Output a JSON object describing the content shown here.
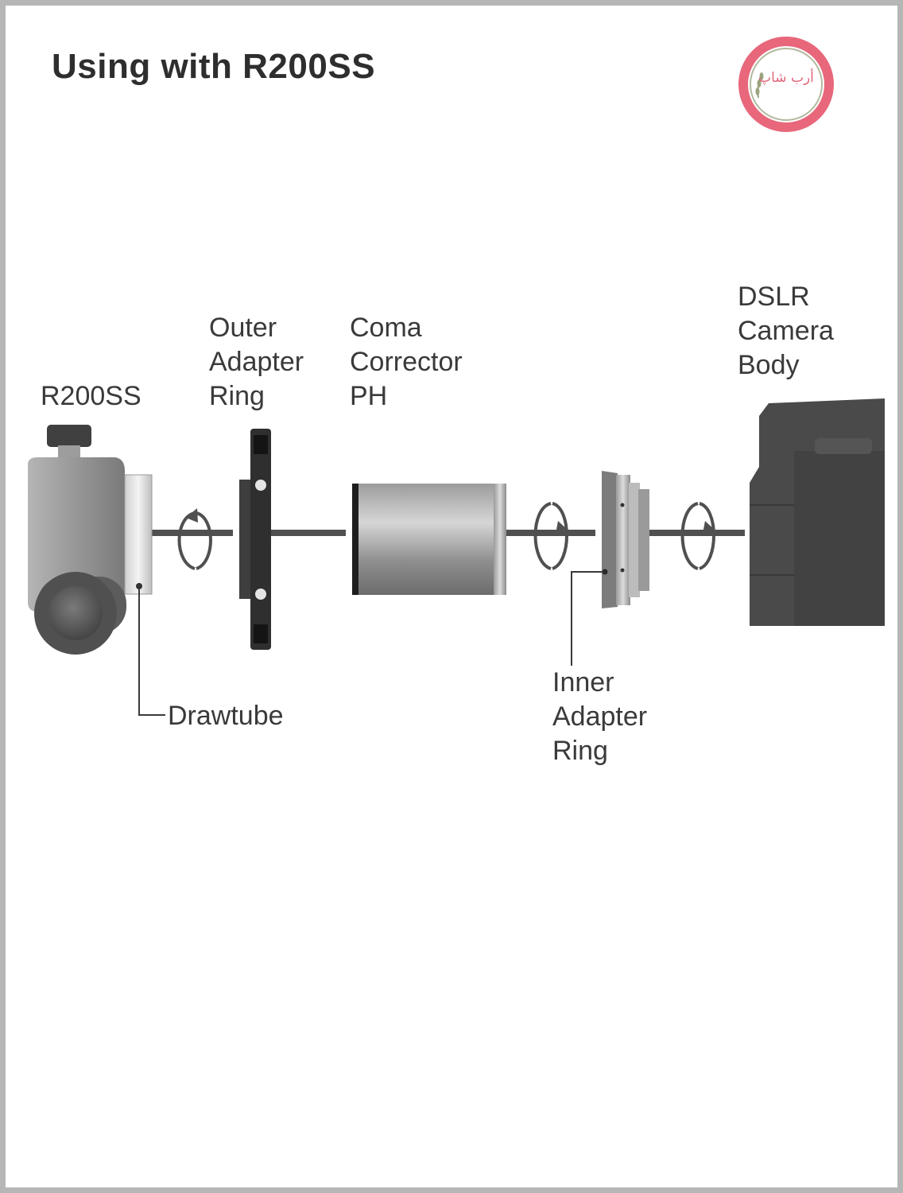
{
  "title": "Using with R200SS",
  "logo": {
    "text": "أرب شاپ",
    "ring_color": "#e8677b",
    "inner_ring_color": "#b3b99e"
  },
  "components": {
    "r200ss": {
      "lines": [
        "R200SS"
      ]
    },
    "outer_adapter_ring": {
      "lines": [
        "Outer",
        "Adapter",
        "Ring"
      ]
    },
    "coma_corrector": {
      "lines": [
        "Coma",
        "Corrector",
        "PH"
      ]
    },
    "dslr_camera_body": {
      "lines": [
        "DSLR",
        "Camera",
        "Body"
      ]
    },
    "drawtube": {
      "lines": [
        "Drawtube"
      ]
    },
    "inner_adapter_ring": {
      "lines": [
        "Inner",
        "Adapter",
        "Ring"
      ]
    }
  },
  "colors": {
    "part_dark": "#4a4a4a",
    "part_mid": "#8c8c8c",
    "part_light": "#d0d0d0",
    "axis": "#505050",
    "border": "#b6b6b6"
  }
}
